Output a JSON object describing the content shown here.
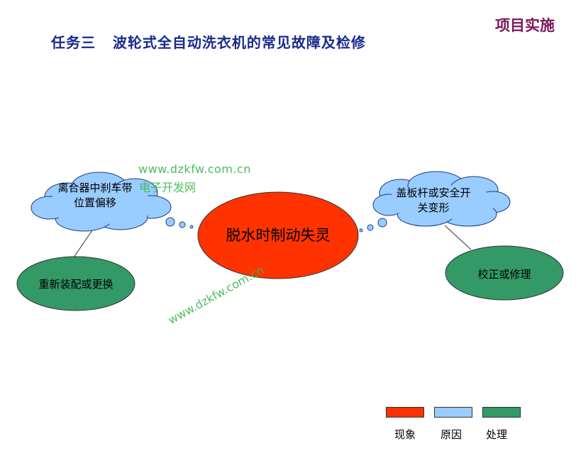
{
  "header": {
    "top_right": "项目实施",
    "title": "任务三   波轮式全自动洗衣机的常见故障及检修"
  },
  "diagram": {
    "center_symptom": "脱水时制动失灵",
    "cloud_left_cause": "离合器中刹车带位置偏移",
    "cloud_right_cause": "盖板杆或安全开关变形",
    "left_action": "重新装配或更换",
    "right_action": "校正或修理"
  },
  "watermark": {
    "line1": "www.dzkfw.com.cn",
    "line2": "电子开发网",
    "diagonal": "www.dzkfw.com.cn"
  },
  "legend": {
    "items": [
      {
        "label": "现象",
        "color": "#ff3300"
      },
      {
        "label": "原因",
        "color": "#99ccff"
      },
      {
        "label": "处理",
        "color": "#339966"
      }
    ]
  }
}
